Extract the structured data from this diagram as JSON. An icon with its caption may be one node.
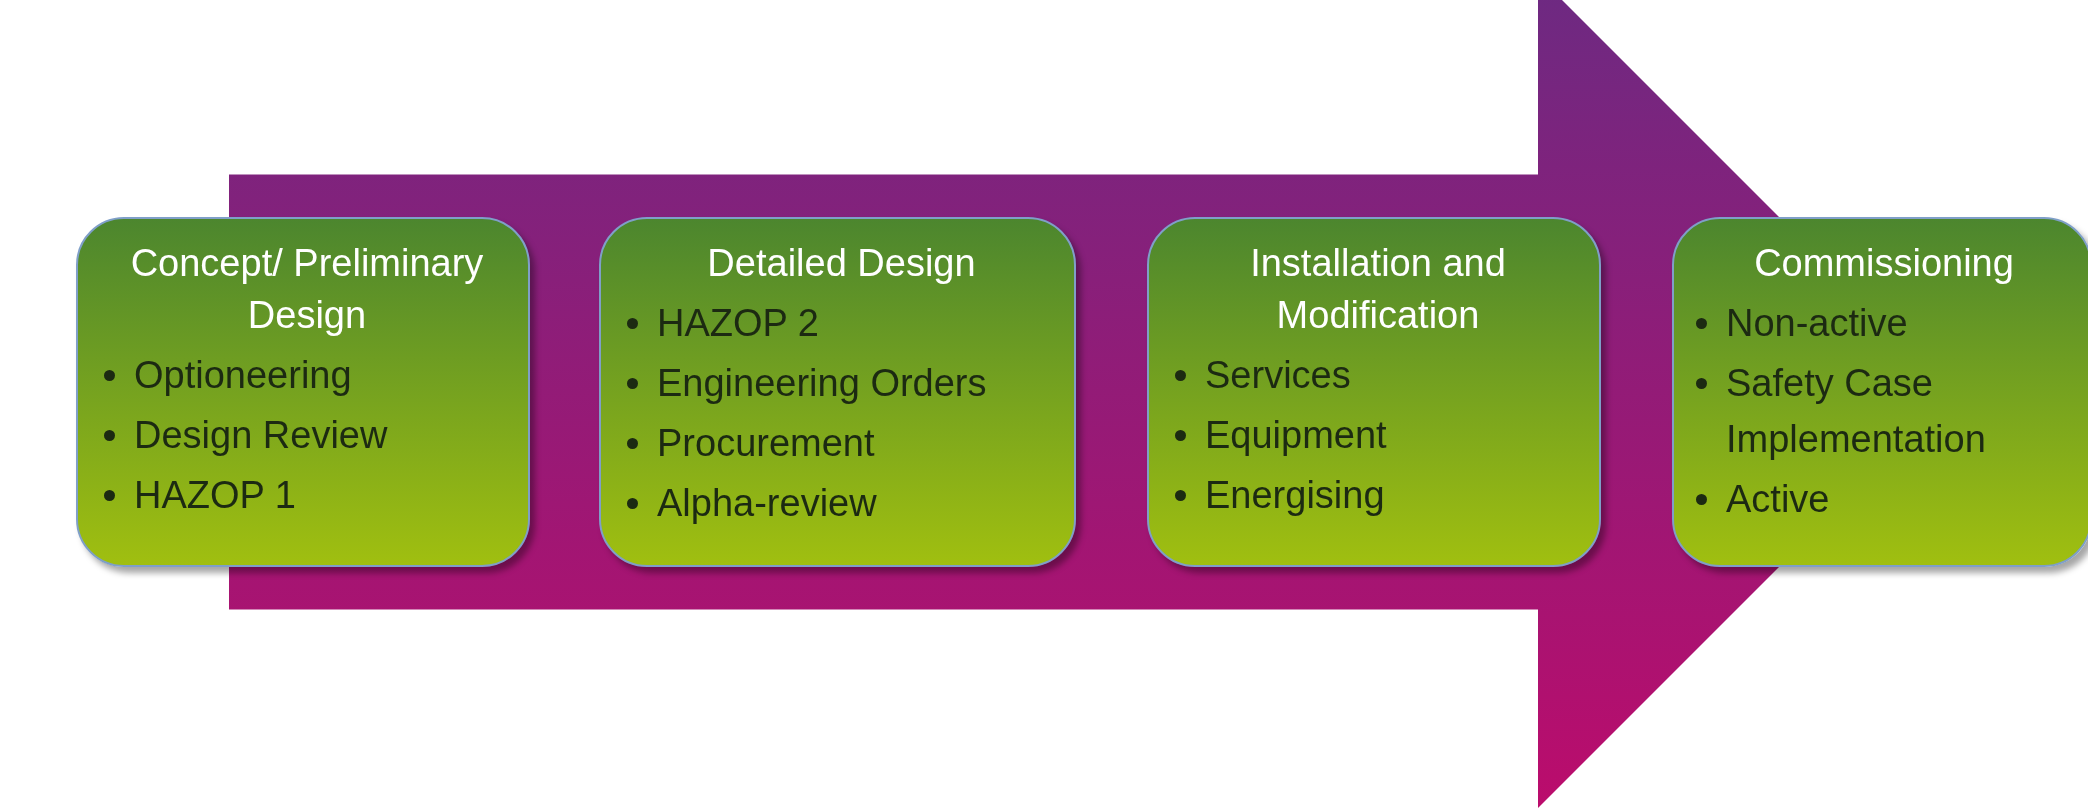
{
  "diagram": {
    "nodes": [
      {
        "text": [
          "Concept/ Preliminary Design",
          "Optioneering",
          "Design Review",
          "HAZOP 1"
        ]
      },
      {
        "text": [
          "Detailed Design",
          "HAZOP 2",
          "Engineering Orders",
          "Procurement",
          "Alpha-review"
        ]
      },
      {
        "text": [
          "Installation and Modification",
          "Services",
          "Equipment",
          "Energising"
        ]
      },
      {
        "text": [
          "Commissioning",
          "Non-active",
          "Safety Case Implementation",
          "Active"
        ]
      }
    ],
    "edges": [
      {
        "from": 0,
        "to": 3,
        "arrow": "to"
      }
    ]
  }
}
